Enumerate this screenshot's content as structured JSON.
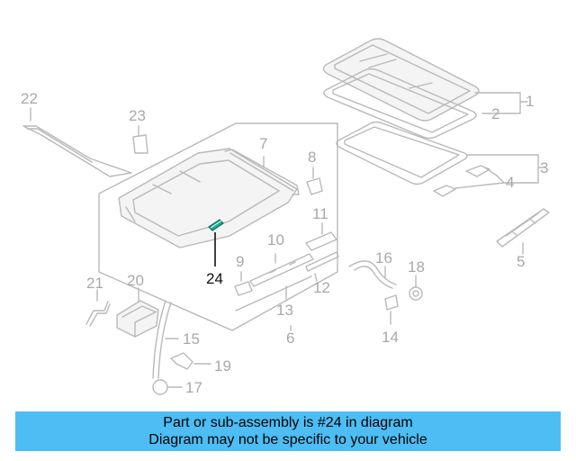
{
  "diagram": {
    "callouts": [
      "1",
      "2",
      "3",
      "4",
      "5",
      "6",
      "7",
      "8",
      "9",
      "10",
      "11",
      "12",
      "13",
      "14",
      "15",
      "16",
      "17",
      "18",
      "19",
      "20",
      "21",
      "22",
      "23",
      "24"
    ],
    "highlighted": "24",
    "highlight_color": "#1ab394",
    "line_color": "#b9b9b9"
  },
  "banner": {
    "line1": "Part or sub-assembly is #24 in diagram",
    "line2": "Diagram may not be specific to your vehicle",
    "background": "#4dbdf3"
  }
}
